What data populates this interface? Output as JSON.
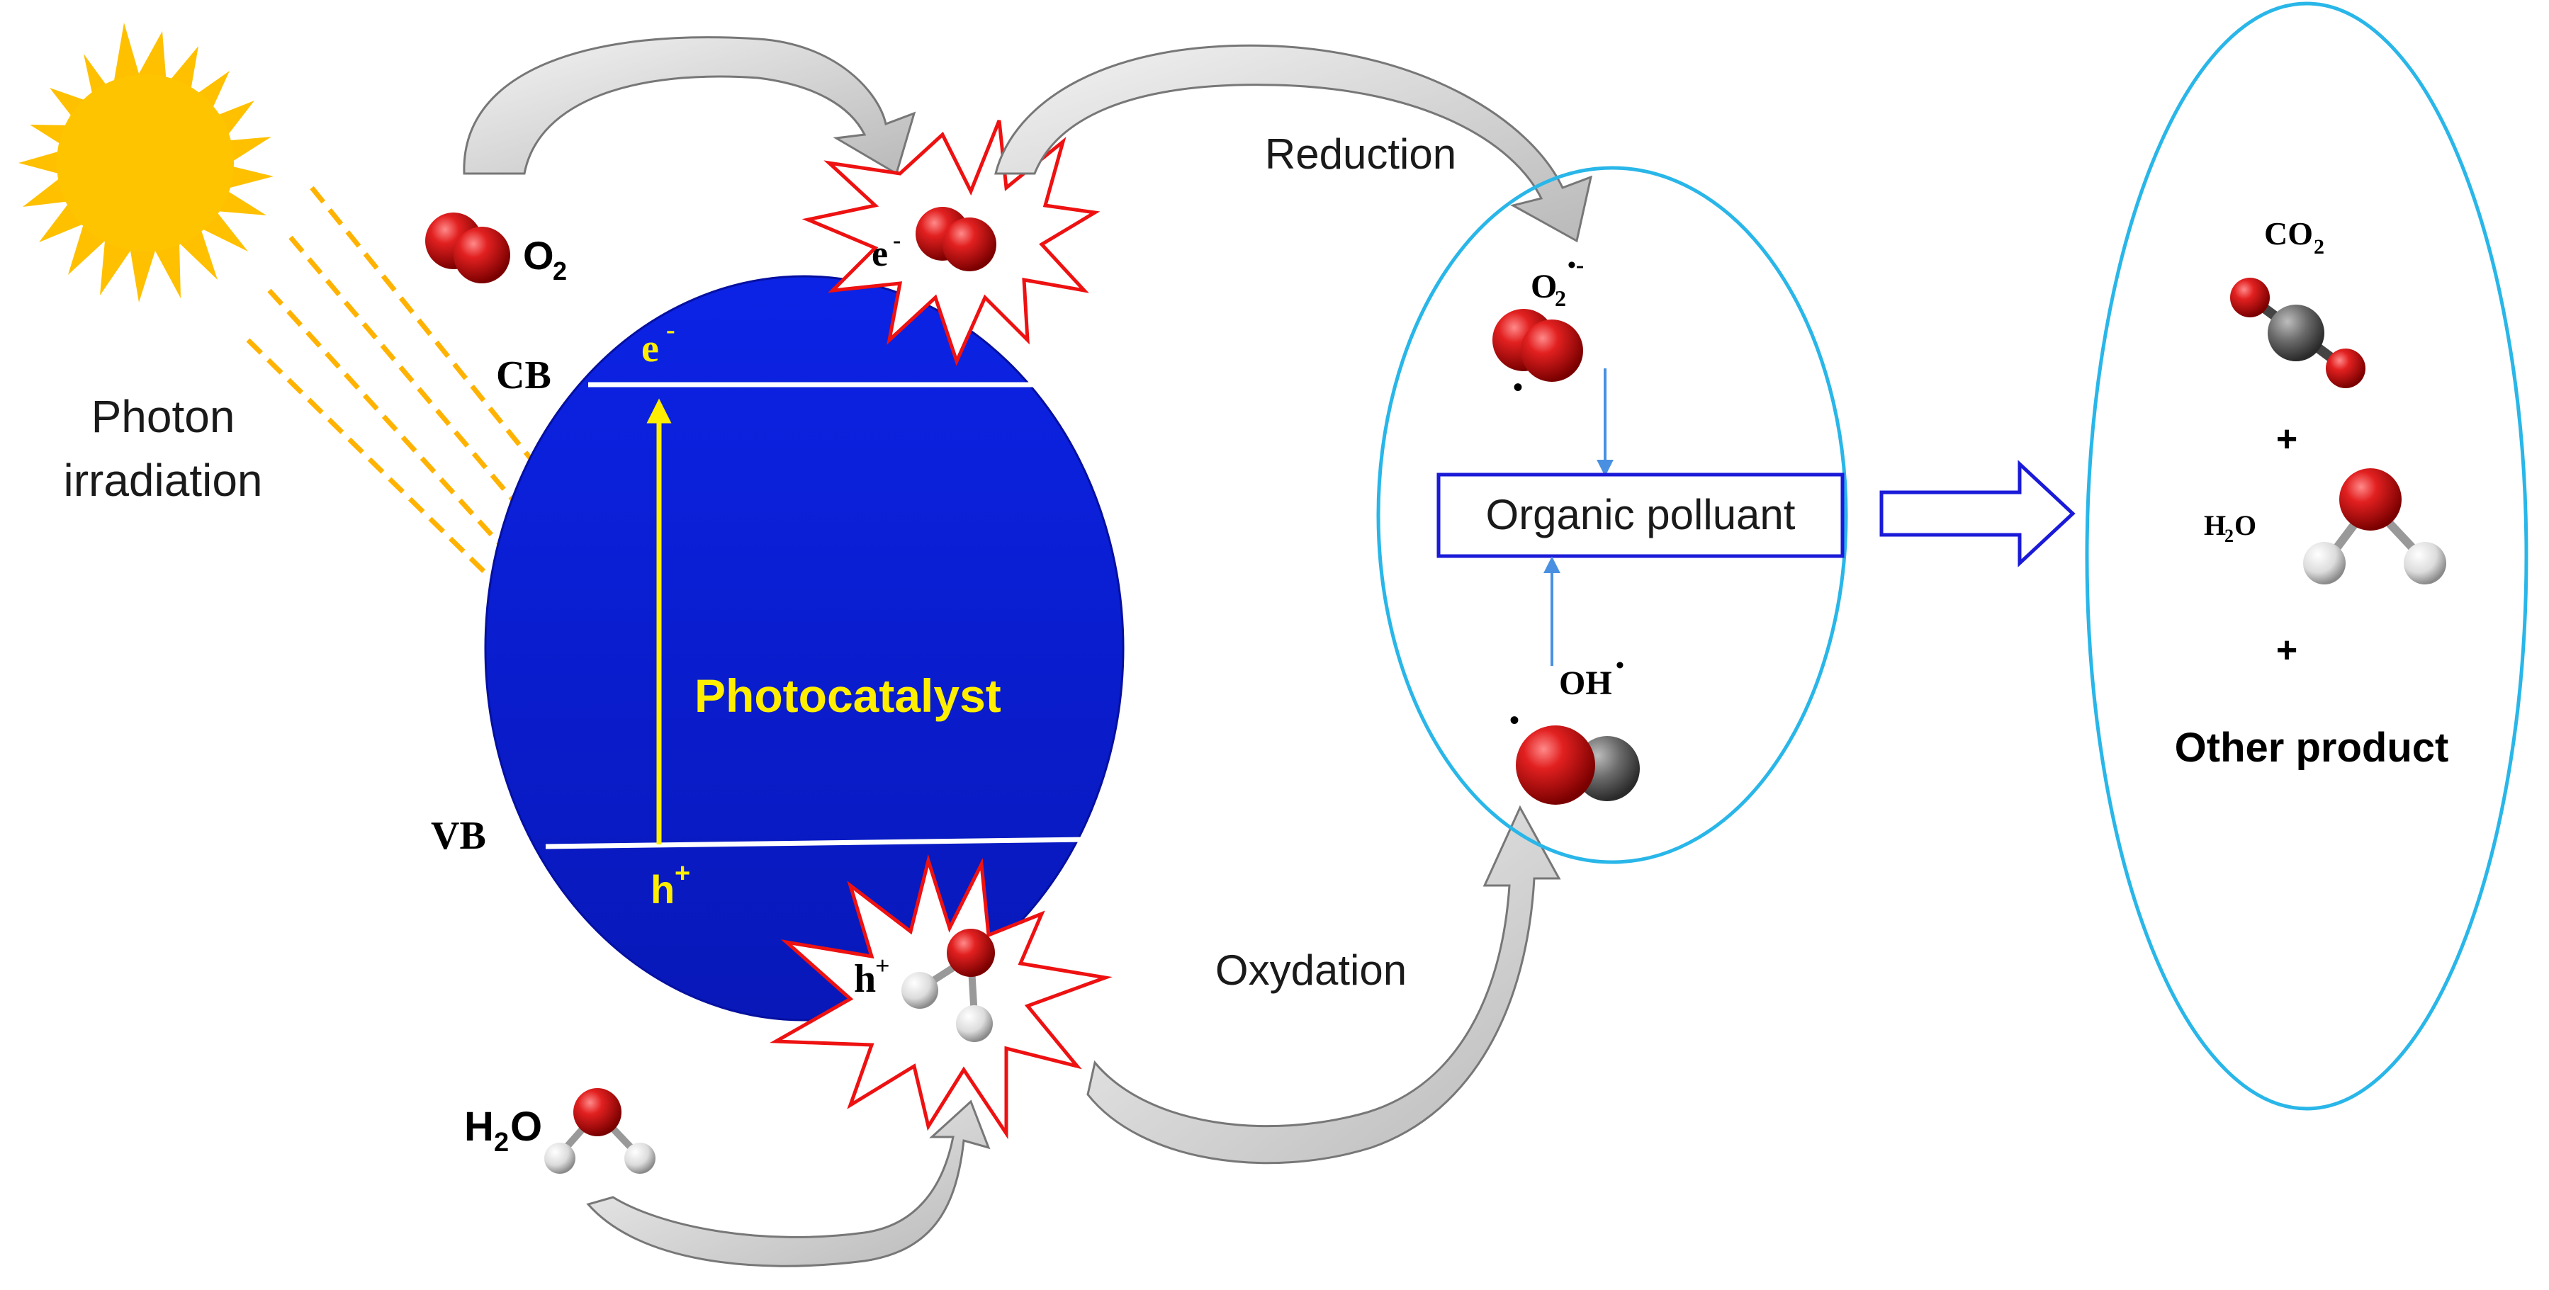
{
  "labels": {
    "photon_line1": "Photon",
    "photon_line2": "irradiation",
    "o2": "O",
    "o2_sub": "2",
    "cb": "CB",
    "vb": "VB",
    "electron": "e",
    "electron_sup": "-",
    "hole": "h",
    "hole_sup": "+",
    "photocatalyst": "Photocatalyst",
    "burst_electron": "e",
    "burst_electron_sup": "-",
    "burst_hole": "h",
    "burst_hole_sup": "+",
    "reduction": "Reduction",
    "oxydation": "Oxydation",
    "superoxide": "O",
    "superoxide_sub": "2",
    "superoxide_sup": "•-",
    "radical_dot": "•",
    "hydroxyl": "OH",
    "hydroxyl_sup": "•",
    "organic_pollutant": "Organic polluant",
    "h2o_left": "H",
    "h2o_left_sub": "2",
    "h2o_left_o": "O",
    "co2": "CO",
    "co2_sub": "2",
    "plus1": "+",
    "h2o_right": "H",
    "h2o_right_sub": "2",
    "h2o_right_o": "O",
    "plus2": "+",
    "other_product": "Other product"
  },
  "colors": {
    "sun": "#ffc000",
    "photocatalyst": "#0a1fd6",
    "band_line": "#ffffff",
    "label_yellow": "#ffee00",
    "oxygen_atom": "#d81818",
    "hydrogen_atom": "#e6e6e6",
    "carbon_atom": "#555555",
    "ellipse_border": "#29b6e8",
    "pollutant_box": "#1a1ad8",
    "burst_border": "#ee1111",
    "flow_arrow": "#cfcfcf"
  }
}
